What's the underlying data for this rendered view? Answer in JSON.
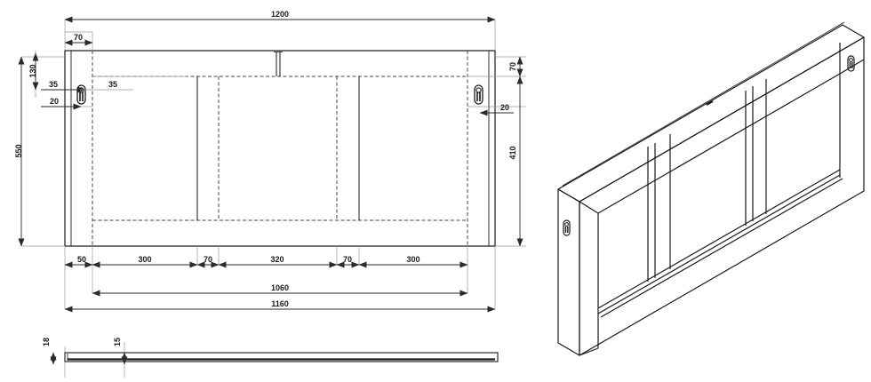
{
  "drawing": {
    "title": "Panel / headboard technical drawing",
    "units": "mm",
    "line_color": "#1a1a1a",
    "hidden_line_color": "#444444",
    "dim_line_color": "#2b2b2b",
    "thin_line_color": "#9a9a9a",
    "background": "#ffffff"
  },
  "front_view": {
    "name": "front-elevation",
    "dimensions": {
      "overall_width_outer": "1200",
      "overall_width_mid": "1160",
      "overall_width_inner": "1060",
      "overall_height": "550",
      "stile_width": "70",
      "top_rail_height": "70",
      "panel_height": "410",
      "keyhole_top_offset": "130",
      "keyhole_inset_35": "35",
      "keyhole_inset_35b": "35",
      "keyhole_edge_20": "20",
      "keyhole_edge_20b": "20",
      "bottom_chain": [
        "50",
        "300",
        "70",
        "320",
        "70",
        "300"
      ]
    }
  },
  "section_view": {
    "name": "bottom-section",
    "dimensions": {
      "thickness_18": "18",
      "thickness_15": "15"
    }
  },
  "iso_view": {
    "name": "isometric-panel",
    "description": "3D isometric of framed panel with three recessed panels and two keyhole slots"
  },
  "labels": {
    "d1200": "1200",
    "d1160": "1160",
    "d1060": "1060",
    "d550": "550",
    "d130": "130",
    "d70_top_left": "70",
    "d70_right": "70",
    "d410": "410",
    "d35_left": "35",
    "d35_right": "35",
    "d20_left": "20",
    "d20_right": "20",
    "d50": "50",
    "d300_a": "300",
    "d70_a": "70",
    "d320": "320",
    "d70_b": "70",
    "d300_b": "300",
    "d18": "18",
    "d15": "15"
  }
}
